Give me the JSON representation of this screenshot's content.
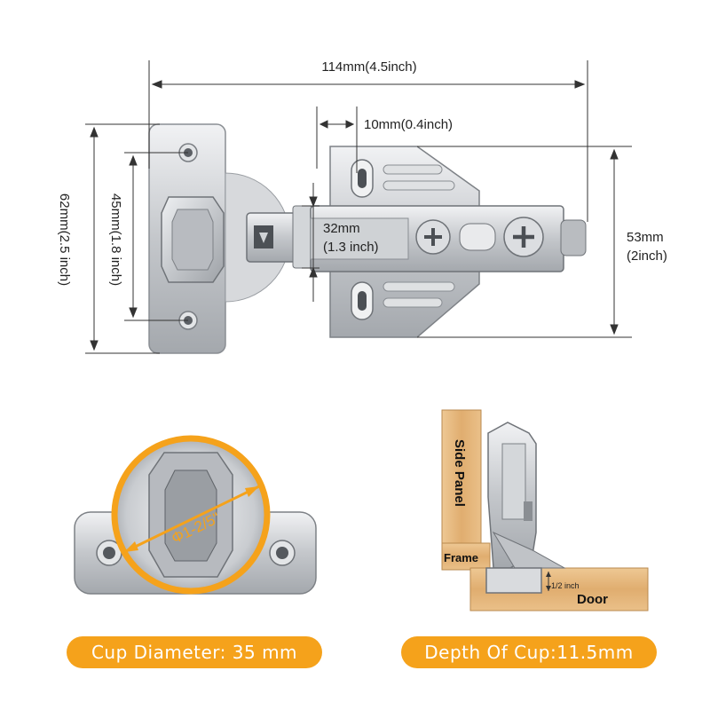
{
  "dimensions": {
    "overall_length": "114mm(4.5inch)",
    "arm_offset": "10mm(0.4inch)",
    "plate_height": "62mm(2.5 inch)",
    "hole_spacing": "45mm(1.8 inch)",
    "arm_width_line1": "32mm",
    "arm_width_line2": "(1.3 inch)",
    "mount_height_line1": "53mm",
    "mount_height_line2": "(2inch)"
  },
  "cup_detail": {
    "diameter_label": "Φ1-2/5\"",
    "caption": "Cup Diameter: 35 mm"
  },
  "install_diagram": {
    "side_panel_label": "Side Panel",
    "frame_label": "Frame",
    "door_label": "Door",
    "overlay_label": "1/2 inch",
    "caption": "Depth Of Cup:11.5mm"
  },
  "colors": {
    "accent": "#f5a21b",
    "wood": "#e2b57c",
    "metal": "#c9ccd0"
  }
}
